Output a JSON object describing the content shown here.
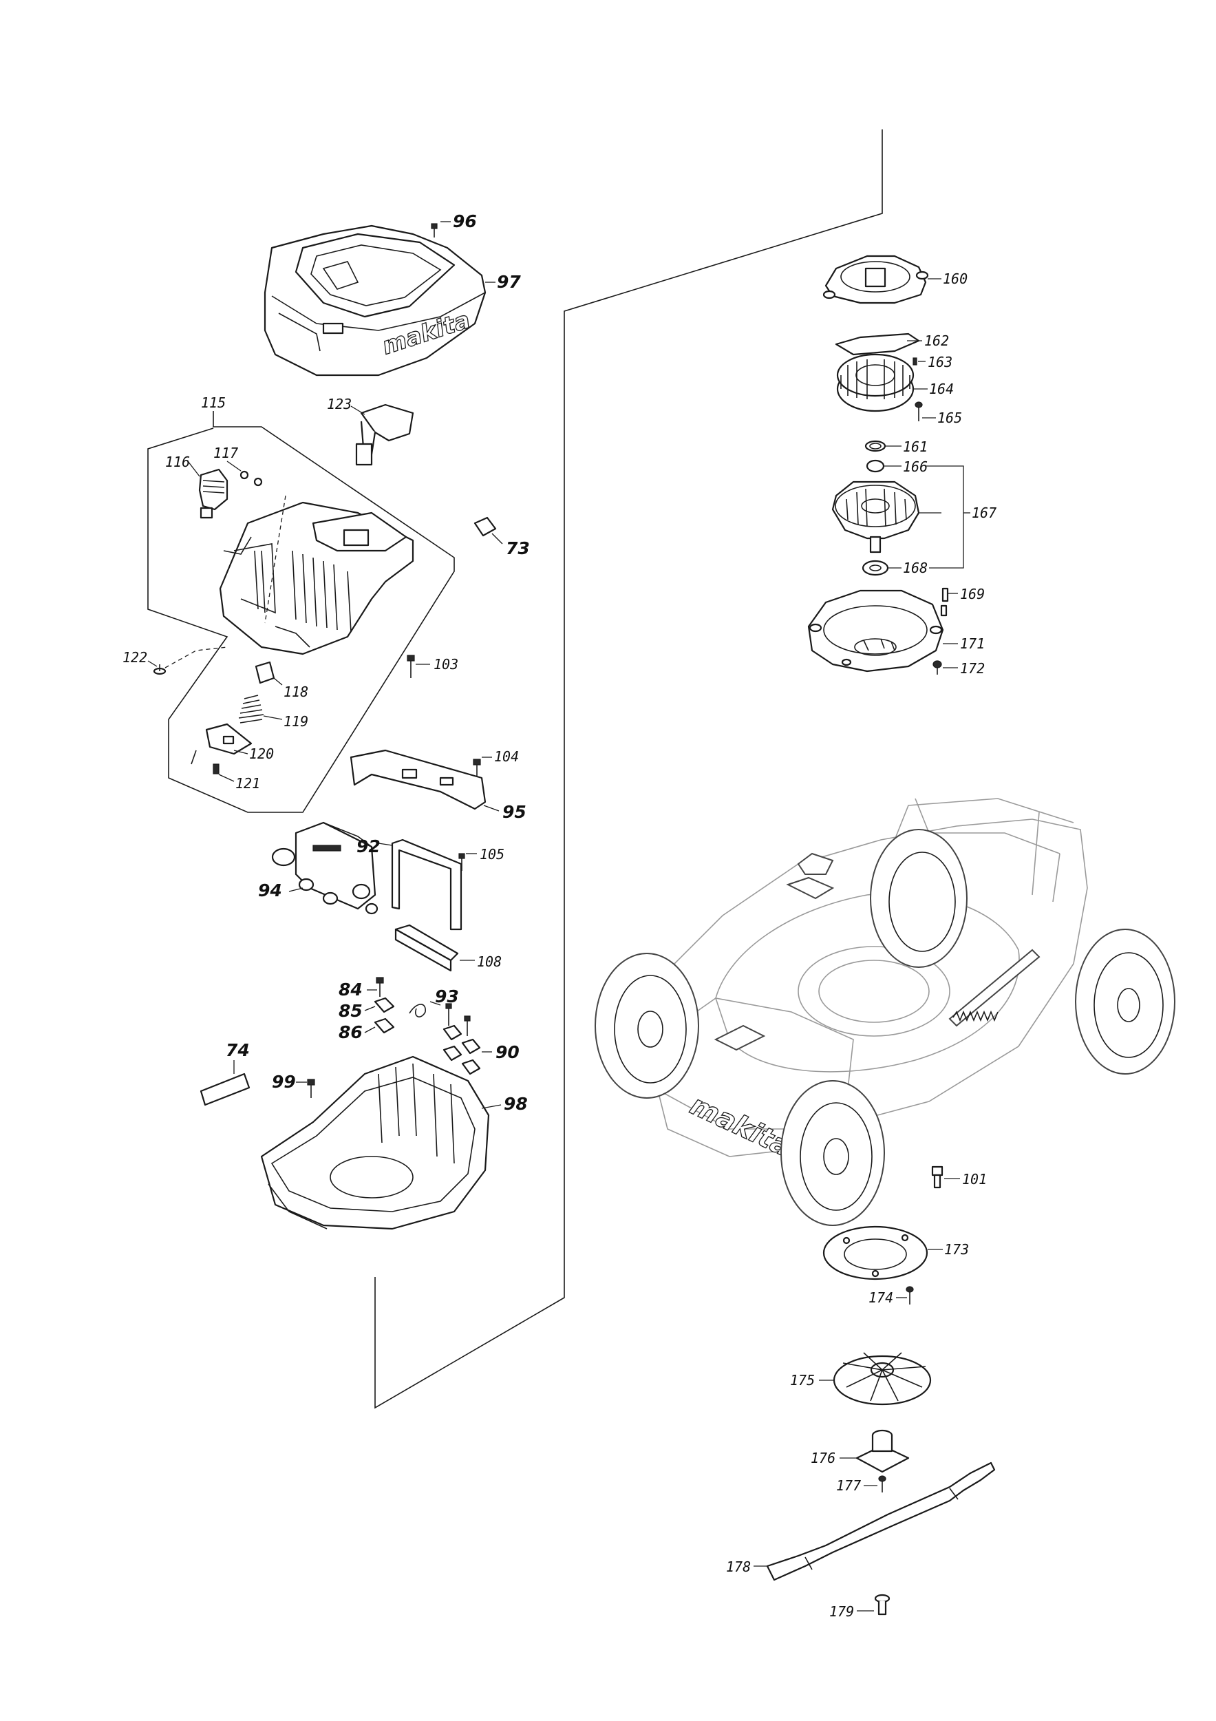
{
  "diagram": {
    "brand_text": "makita",
    "callouts": {
      "c96": "96",
      "c97": "97",
      "c115": "115",
      "c123": "123",
      "c117": "117",
      "c116": "116",
      "c73": "73",
      "c122": "122",
      "c103": "103",
      "c118": "118",
      "c119": "119",
      "c120": "120",
      "c121": "121",
      "c104": "104",
      "c95": "95",
      "c92": "92",
      "c105": "105",
      "c94": "94",
      "c108": "108",
      "c84": "84",
      "c85": "85",
      "c86": "86",
      "c93": "93",
      "c90": "90",
      "c74": "74",
      "c99": "99",
      "c98": "98",
      "c160": "160",
      "c162": "162",
      "c163": "163",
      "c164": "164",
      "c165": "165",
      "c161": "161",
      "c166": "166",
      "c167": "167",
      "c168": "168",
      "c169": "169",
      "c171": "171",
      "c172": "172",
      "c101": "101",
      "c173": "173",
      "c174": "174",
      "c175": "175",
      "c176": "176",
      "c177": "177",
      "c178": "178",
      "c179": "179"
    }
  }
}
